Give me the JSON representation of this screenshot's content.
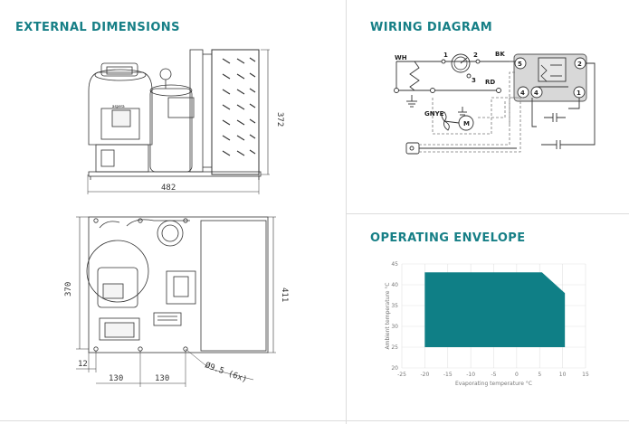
{
  "sections": {
    "external_dimensions": "EXTERNAL DIMENSIONS",
    "wiring_diagram": "WIRING DIAGRAM",
    "operating_envelope": "OPERATING ENVELOPE"
  },
  "dimensions": {
    "width": "482",
    "height": "372",
    "depth": "370",
    "height_side": "411",
    "offset": "12",
    "spacing_1": "130",
    "spacing_2": "130",
    "hole": "Ø9.5 (6x)",
    "brand": "aspera"
  },
  "wiring": {
    "labels": {
      "wh": "WH",
      "bk": "BK",
      "rd": "RD",
      "gnye": "GNYE",
      "motor": "M"
    },
    "terminals": [
      "1",
      "2",
      "3"
    ],
    "relay_terminals": [
      "5",
      "2",
      "4",
      "4",
      "1"
    ]
  },
  "chart_data": {
    "type": "area",
    "xlabel": "Evaporating temperature °C",
    "ylabel": "Ambient temperature °C",
    "xlim": [
      -25,
      15
    ],
    "ylim": [
      20,
      45
    ],
    "x_ticks": [
      -25,
      -20,
      -15,
      -10,
      -5,
      0,
      5,
      10,
      15
    ],
    "y_ticks": [
      20,
      25,
      30,
      35,
      40,
      45
    ],
    "grid": true,
    "fill_color": "#0f7f86",
    "polygon": [
      [
        -20,
        25
      ],
      [
        -20,
        43
      ],
      [
        5.5,
        43
      ],
      [
        10.5,
        38
      ],
      [
        10.5,
        25
      ]
    ]
  }
}
